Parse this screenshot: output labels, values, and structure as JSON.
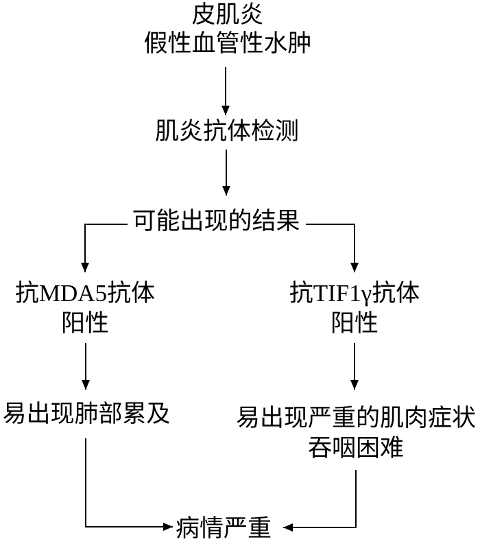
{
  "diagram": {
    "type": "flowchart",
    "background_color": "#ffffff",
    "line_color": "#000000",
    "text_color": "#000000",
    "nodes": {
      "dermatomyositis": {
        "line1": "皮肌炎",
        "line2": "假性血管性水肿"
      },
      "antibody_test": {
        "label": "肌炎抗体检测"
      },
      "possible_results": {
        "label": "可能出现的结果"
      },
      "mda5_positive": {
        "line1": "抗MDA5抗体",
        "line2": "阳性"
      },
      "tif1_positive": {
        "line1": "抗TIF1γ抗体",
        "line2": "阳性"
      },
      "lung_involvement": {
        "label": "易出现肺部累及"
      },
      "muscle_symptoms": {
        "line1": "易出现严重的肌肉症状",
        "line2": "吞咽困难"
      },
      "severe_condition": {
        "label": "病情严重"
      }
    },
    "edges": [
      {
        "from": "dermatomyositis",
        "to": "antibody_test"
      },
      {
        "from": "antibody_test",
        "to": "possible_results"
      },
      {
        "from": "possible_results",
        "to": "mda5_positive"
      },
      {
        "from": "possible_results",
        "to": "tif1_positive"
      },
      {
        "from": "mda5_positive",
        "to": "lung_involvement"
      },
      {
        "from": "tif1_positive",
        "to": "muscle_symptoms"
      },
      {
        "from": "lung_involvement",
        "to": "severe_condition"
      },
      {
        "from": "muscle_symptoms",
        "to": "severe_condition"
      }
    ]
  }
}
